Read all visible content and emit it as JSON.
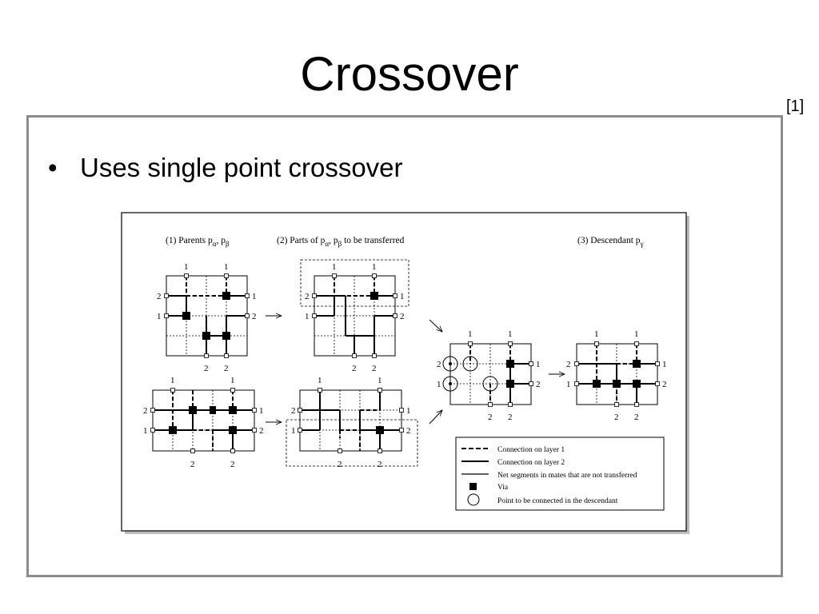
{
  "slide": {
    "title": "Crossover",
    "reference": "[1]",
    "bullet": "Uses single point crossover"
  },
  "figure": {
    "stage1": {
      "label": "(1) Parents p",
      "sub_a": "α",
      "comma": ",  p",
      "sub_b": "β"
    },
    "stage2": {
      "label": "(2) Parts of p",
      "sub_a": "α",
      "comma": ",  p",
      "sub_b": "β",
      "tail": " to be transferred"
    },
    "stage3": {
      "label": "(3) Descendant p",
      "sub": "γ"
    },
    "pin_1": "1",
    "pin_2": "2",
    "legend": {
      "layer1": "Connection on layer 1",
      "layer2": "Connection on layer 2",
      "net": "Net segments in mates that are not transferred",
      "via": "Via",
      "point": "Point to be connected in the descendant"
    }
  }
}
